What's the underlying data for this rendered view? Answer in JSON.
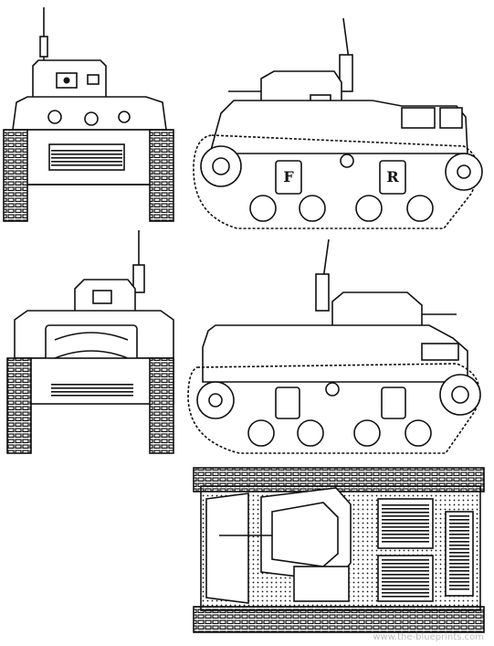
{
  "views": {
    "side_left": {
      "front_marking": "F",
      "rear_marking": "R"
    }
  },
  "watermark": {
    "text": "www.the-blueprints.com"
  },
  "colors": {
    "ink": "#111111",
    "paper": "#ffffff",
    "watermark": "#bdbdbd"
  }
}
